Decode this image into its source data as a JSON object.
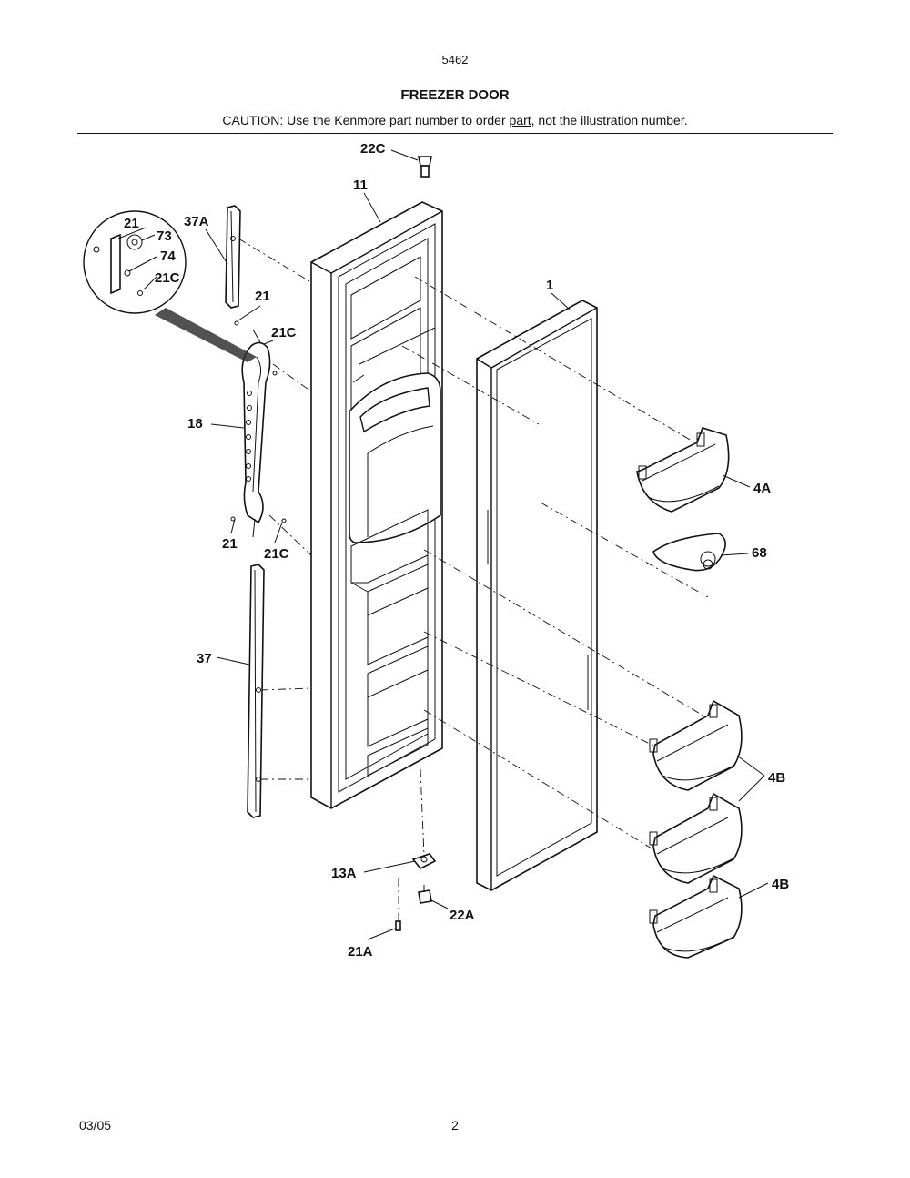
{
  "header": {
    "model": "5462",
    "title": "FREEZER DOOR",
    "caution_prefix": "CAUTION: Use the Kenmore part number to order ",
    "caution_link": "part",
    "caution_suffix": ", not the illustration number."
  },
  "callouts": {
    "c22C": "22C",
    "c11": "11",
    "c37A": "37A",
    "c21_inset": "21",
    "c73": "73",
    "c74": "74",
    "c21C_inset": "21C",
    "c21_top": "21",
    "c21C_top": "21C",
    "c1": "1",
    "c18": "18",
    "c4A": "4A",
    "c21_bottom": "21",
    "c21C_bottom": "21C",
    "c68": "68",
    "c37": "37",
    "c4B_a": "4B",
    "c4B_b": "4B",
    "c13A": "13A",
    "c22A": "22A",
    "c21A": "21A"
  },
  "footer": {
    "date": "03/05",
    "page": "2"
  }
}
